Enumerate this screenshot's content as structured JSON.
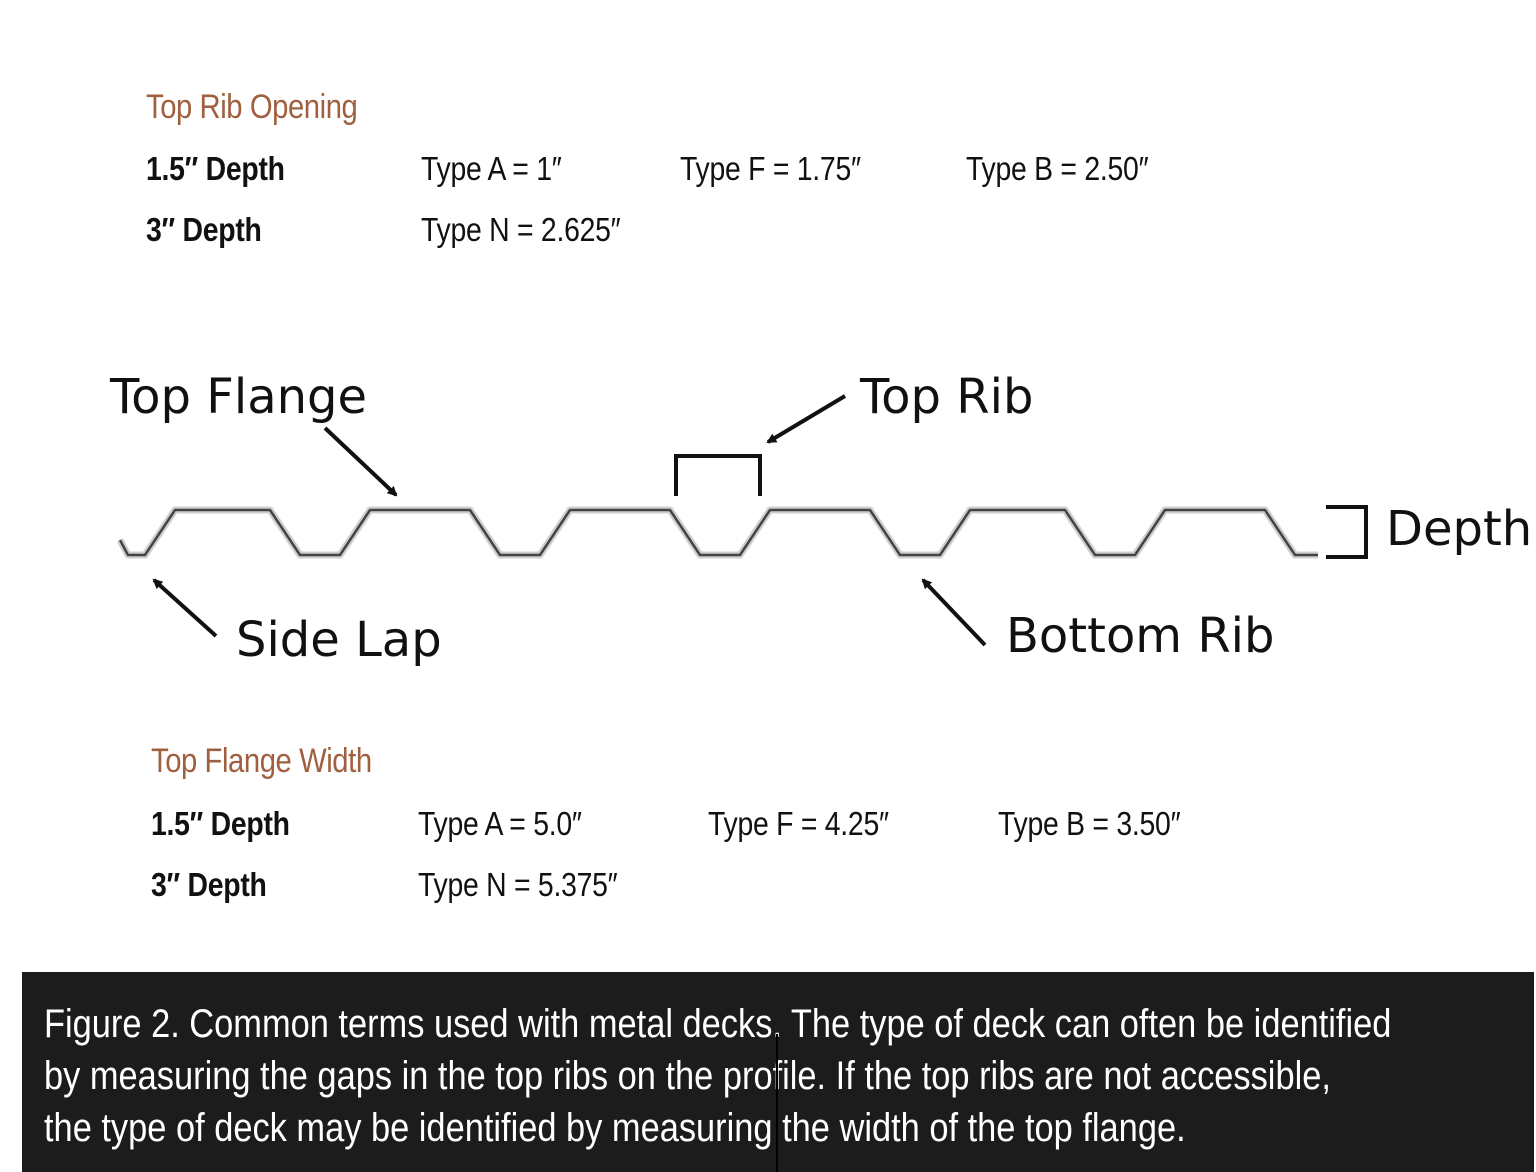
{
  "top_rib_opening": {
    "title": "Top Rib Opening",
    "rows": [
      {
        "depth": "1.5″ Depth",
        "values": [
          "Type A = 1″",
          "Type F = 1.75″",
          "Type B = 2.50″"
        ]
      },
      {
        "depth": "3″ Depth",
        "values": [
          "Type N = 2.625″"
        ]
      }
    ]
  },
  "diagram": {
    "labels": {
      "top_flange": "Top Flange",
      "top_rib": "Top Rib",
      "depth": "Depth",
      "side_lap": "Side Lap",
      "bottom_rib": "Bottom Rib"
    },
    "line_color": "#444444"
  },
  "top_flange_width": {
    "title": "Top Flange Width",
    "rows": [
      {
        "depth": "1.5″ Depth",
        "values": [
          "Type A = 5.0″",
          "Type F = 4.25″",
          "Type B = 3.50″"
        ]
      },
      {
        "depth": "3″ Depth",
        "values": [
          "Type N = 5.375″"
        ]
      }
    ]
  },
  "caption": {
    "lines": [
      "Figure 2. Common terms used with metal decks. The type of deck can often be identified",
      "by measuring the gaps in the top ribs on the profile. If the top ribs are not accessible,",
      "the type of deck may be identified by measuring the width of the top flange."
    ]
  },
  "colors": {
    "heading": "#a0603f",
    "caption_bg": "#1c1c1c",
    "caption_text": "#ffffff"
  }
}
